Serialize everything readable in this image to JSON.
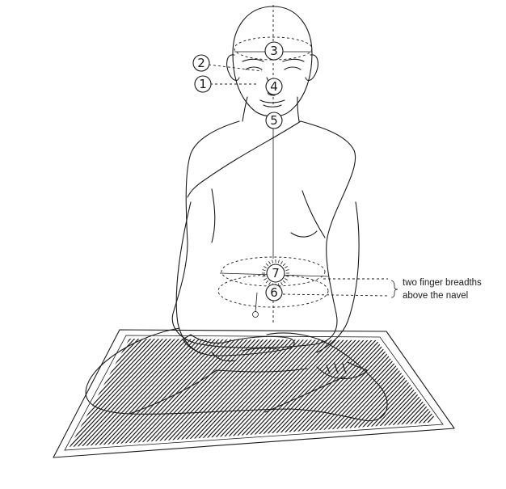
{
  "markers": [
    {
      "id": "1",
      "label": "1"
    },
    {
      "id": "2",
      "label": "2"
    },
    {
      "id": "3",
      "label": "3"
    },
    {
      "id": "4",
      "label": "4"
    },
    {
      "id": "5",
      "label": "5"
    },
    {
      "id": "6",
      "label": "6"
    },
    {
      "id": "7",
      "label": "7"
    }
  ],
  "annotation": {
    "line1": "two finger breadths",
    "line2": "above the navel"
  },
  "colors": {
    "ink": "#1a1a1a",
    "paper": "#ffffff"
  }
}
